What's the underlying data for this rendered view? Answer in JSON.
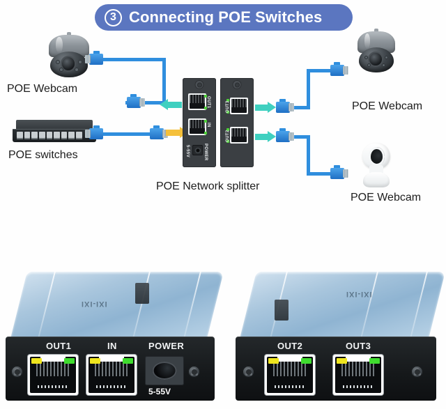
{
  "header": {
    "step_number": "3",
    "title": "Connecting POE Switches"
  },
  "diagram": {
    "labels": {
      "webcam_top_left": "POE Webcam",
      "switches": "POE switches",
      "splitter": "POE Network splitter",
      "webcam_top_right": "POE Webcam",
      "webcam_bottom_right": "POE Webcam"
    },
    "splitter_ports": {
      "out1": "OUT1",
      "in": "IN",
      "power": "POWER",
      "voltage": "5-55V",
      "out3": "OUT3",
      "out2": "OUT2"
    }
  },
  "products": {
    "left": {
      "brand": "IXI-IXI",
      "ports": {
        "out1": "OUT1",
        "in": "IN",
        "power": "POWER",
        "voltage": "5-55V"
      }
    },
    "right": {
      "brand": "IXI-IXI",
      "ports": {
        "out2": "OUT2",
        "out3": "OUT3"
      }
    }
  },
  "colors": {
    "banner_blue": "#5b76c0",
    "cable_blue": "#2f8ede",
    "arrow_teal": "#3fd0c0",
    "arrow_yellow": "#f5c03a",
    "led_yellow": "#efe51e",
    "led_green": "#3fdc2e",
    "device_black": "#15181a",
    "device_blue_body": "#a9c6dd"
  }
}
